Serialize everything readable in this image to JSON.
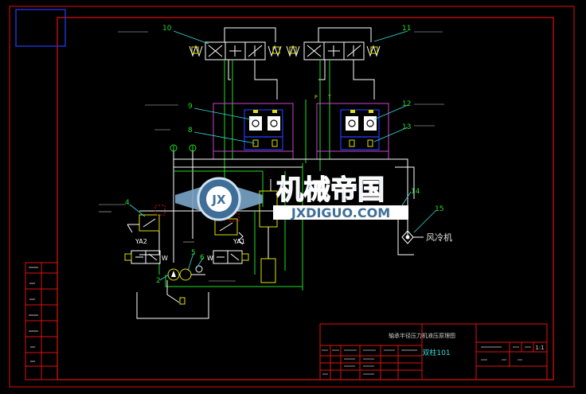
{
  "callouts": {
    "n2": "2",
    "n4": "4",
    "n5": "5",
    "n6": "6",
    "n8": "8",
    "n9": "9",
    "n10": "10",
    "n11": "11",
    "n12": "12",
    "n13": "13",
    "n14": "14",
    "n15": "15"
  },
  "labels": {
    "ya2": "YA2",
    "ya1": "YA1",
    "w_left": "W",
    "w_right": "W",
    "fan": "风冷机",
    "valve_p": "P",
    "valve_t": "T"
  },
  "watermark": {
    "cn": "机械帝国",
    "en": "JXDIGUO.COM",
    "badge": "JX"
  },
  "title_block": {
    "drawing_name": "轴承半径压力机液压原理图",
    "drawing_no": "双柱101",
    "scale": "1:1"
  },
  "colors": {
    "frame": "#e01010",
    "lines": "#ffffff",
    "green": "#22dd22",
    "magenta": "#cc44cc",
    "cyan": "#33dddd",
    "blue": "#2030d0",
    "yellow": "#e0e000"
  }
}
